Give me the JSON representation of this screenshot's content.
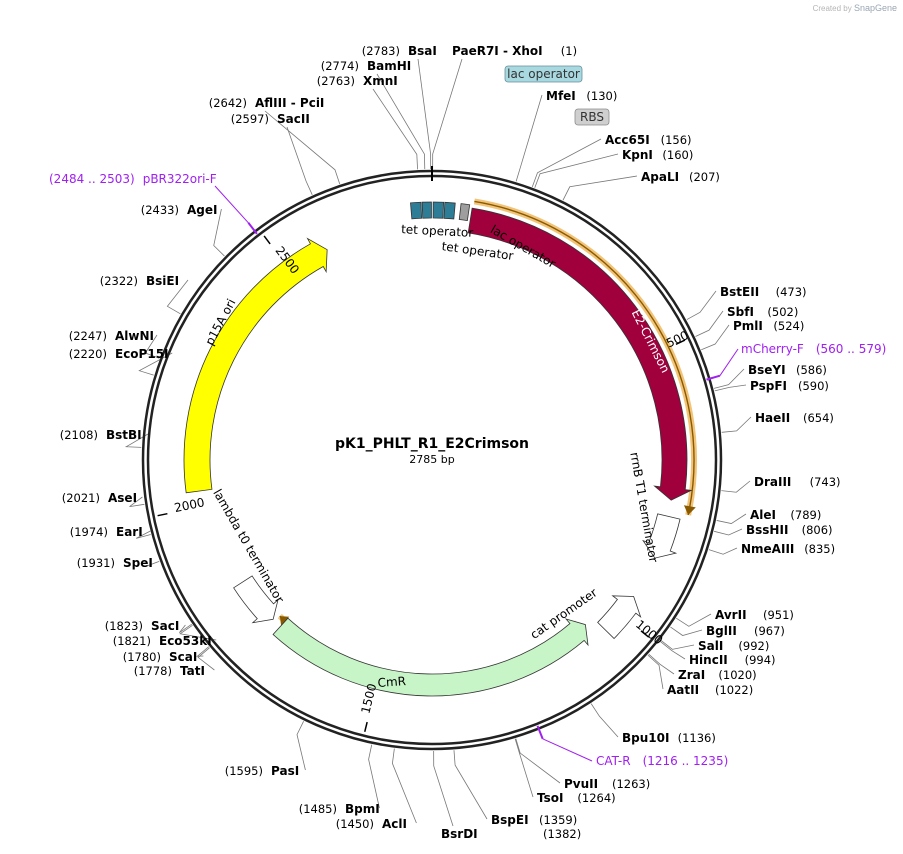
{
  "header": {
    "created_by": "Created by",
    "brand": "SnapGene"
  },
  "plasmid": {
    "name": "pK1_PHLT_R1_E2Crimson",
    "length_label": "2785 bp",
    "length": 2785
  },
  "ticks": [
    {
      "bp": 500,
      "label": "500"
    },
    {
      "bp": 1000,
      "label": "1000"
    },
    {
      "bp": 1500,
      "label": "1500"
    },
    {
      "bp": 2000,
      "label": "2000"
    },
    {
      "bp": 2500,
      "label": "2500"
    }
  ],
  "features": [
    {
      "name": "tet-operator-1",
      "label": "tet operator",
      "start": 2748,
      "end": 2766,
      "type": "box",
      "color": "#2e7d96"
    },
    {
      "name": "tet-operator-2",
      "label": "tet operator",
      "start": 2768,
      "end": 2784,
      "type": "box",
      "color": "#2e7d96"
    },
    {
      "name": "tet-operator-3",
      "label": "",
      "start": 2,
      "end": 20,
      "type": "box",
      "color": "#2e7d96"
    },
    {
      "name": "tet-operator-4",
      "label": "",
      "start": 22,
      "end": 40,
      "type": "box",
      "color": "#2e7d96"
    },
    {
      "name": "lac-operator",
      "label": "lac operator",
      "start": 50,
      "end": 65,
      "type": "box",
      "color": "#9e9e9e"
    },
    {
      "name": "e2-crimson",
      "label": "E2-Crimson",
      "start": 70,
      "end": 770,
      "type": "arrow-cw",
      "color": "#a0003c"
    },
    {
      "name": "rrnb-t1-terminator",
      "label": "rrnB T1 terminator",
      "start": 800,
      "end": 880,
      "type": "arrow-cw",
      "color": "#ffffff"
    },
    {
      "name": "cat-promoter",
      "label": "cat promoter",
      "start": 960,
      "end": 1040,
      "type": "arrow-ccw",
      "color": "#ffffff"
    },
    {
      "name": "cmr",
      "label": "CmR",
      "start": 1060,
      "end": 1720,
      "type": "arrow-ccw",
      "color": "#c8f5c8"
    },
    {
      "name": "lambda-t0-terminator",
      "label": "lambda t0 terminator",
      "start": 1740,
      "end": 1835,
      "type": "arrow-ccw",
      "color": "#ffffff"
    },
    {
      "name": "p15a-ori",
      "label": "p15A ori",
      "start": 2030,
      "end": 2580,
      "type": "arrow-cw",
      "color": "#ffff00"
    }
  ],
  "primers": [
    {
      "name": "pbr322ori-f",
      "label": "pBR322ori-F",
      "range": "(2484 .. 2503)",
      "bp": 2493
    },
    {
      "name": "mcherry-f",
      "label": "mCherry-F",
      "range": "(560 .. 579)",
      "bp": 570
    },
    {
      "name": "cat-r",
      "label": "CAT-R",
      "range": "(1216 .. 1235)",
      "bp": 1225
    }
  ],
  "sites": [
    {
      "name": "PaeR7I",
      "extra": " - XhoI",
      "pos": "(1)",
      "bp": 1
    },
    {
      "name": "BsaI",
      "extra": "",
      "pos": "(2783)",
      "bp": 2783
    },
    {
      "name": "BamHI",
      "extra": "",
      "pos": "(2774)",
      "bp": 2774
    },
    {
      "name": "XmnI",
      "extra": "",
      "pos": "(2763)",
      "bp": 2763
    },
    {
      "name": "AflIII",
      "extra": " - PciI",
      "pos": "(2642)",
      "bp": 2642
    },
    {
      "name": "SacII",
      "extra": "",
      "pos": "(2597)",
      "bp": 2597
    },
    {
      "name": "AgeI",
      "extra": "",
      "pos": "(2433)",
      "bp": 2433
    },
    {
      "name": "BsiEI",
      "extra": "",
      "pos": "(2322)",
      "bp": 2322
    },
    {
      "name": "AlwNI",
      "extra": "",
      "pos": "(2247)",
      "bp": 2247
    },
    {
      "name": "EcoP15I",
      "extra": "",
      "pos": "(2220)",
      "bp": 2220
    },
    {
      "name": "BstBI",
      "extra": "",
      "pos": "(2108)",
      "bp": 2108
    },
    {
      "name": "AseI",
      "extra": "",
      "pos": "(2021)",
      "bp": 2021
    },
    {
      "name": "EarI",
      "extra": "",
      "pos": "(1974)",
      "bp": 1974
    },
    {
      "name": "SpeI",
      "extra": "",
      "pos": "(1931)",
      "bp": 1931
    },
    {
      "name": "SacI",
      "extra": "",
      "pos": "(1823)",
      "bp": 1823
    },
    {
      "name": "Eco53kI",
      "extra": "",
      "pos": "(1821)",
      "bp": 1821
    },
    {
      "name": "ScaI",
      "extra": "",
      "pos": "(1780)",
      "bp": 1780
    },
    {
      "name": "TatI",
      "extra": "",
      "pos": "(1778)",
      "bp": 1778
    },
    {
      "name": "PasI",
      "extra": "",
      "pos": "(1595)",
      "bp": 1595
    },
    {
      "name": "BpmI",
      "extra": "",
      "pos": "(1485)",
      "bp": 1485
    },
    {
      "name": "AclI",
      "extra": "",
      "pos": "(1450)",
      "bp": 1450
    },
    {
      "name": "BsrDI",
      "extra": "",
      "pos": "",
      "bp": 1390
    },
    {
      "name": "BspEI",
      "extra": "",
      "pos": "(1359)",
      "bp": 1359
    },
    {
      "name": "BsrDI-pos",
      "extra": "",
      "pos": "(1382)",
      "bp": 1382
    },
    {
      "name": "TsoI",
      "extra": "",
      "pos": "(1264)",
      "bp": 1264
    },
    {
      "name": "PvuII",
      "extra": "",
      "pos": "(1263)",
      "bp": 1263
    },
    {
      "name": "Bpu10I",
      "extra": "",
      "pos": "(1136)",
      "bp": 1136
    },
    {
      "name": "AatII",
      "extra": "",
      "pos": "(1022)",
      "bp": 1022
    },
    {
      "name": "ZraI",
      "extra": "",
      "pos": "(1020)",
      "bp": 1020
    },
    {
      "name": "HincII",
      "extra": "",
      "pos": "(994)",
      "bp": 994
    },
    {
      "name": "SalI",
      "extra": "",
      "pos": "(992)",
      "bp": 992
    },
    {
      "name": "BglII",
      "extra": "",
      "pos": "(967)",
      "bp": 967
    },
    {
      "name": "AvrII",
      "extra": "",
      "pos": "(951)",
      "bp": 951
    },
    {
      "name": "NmeAIII",
      "extra": "",
      "pos": "(835)",
      "bp": 835
    },
    {
      "name": "BssHII",
      "extra": "",
      "pos": "(806)",
      "bp": 806
    },
    {
      "name": "AleI",
      "extra": "",
      "pos": "(789)",
      "bp": 789
    },
    {
      "name": "DraIII",
      "extra": "",
      "pos": "(743)",
      "bp": 743
    },
    {
      "name": "HaeII",
      "extra": "",
      "pos": "(654)",
      "bp": 654
    },
    {
      "name": "PspFI",
      "extra": "",
      "pos": "(590)",
      "bp": 590
    },
    {
      "name": "BseYI",
      "extra": "",
      "pos": "(586)",
      "bp": 586
    },
    {
      "name": "PmlI",
      "extra": "",
      "pos": "(524)",
      "bp": 524
    },
    {
      "name": "SbfI",
      "extra": "",
      "pos": "(502)",
      "bp": 502
    },
    {
      "name": "BstEII",
      "extra": "",
      "pos": "(473)",
      "bp": 473
    },
    {
      "name": "ApaLI",
      "extra": "",
      "pos": "(207)",
      "bp": 207
    },
    {
      "name": "KpnI",
      "extra": "",
      "pos": "(160)",
      "bp": 160
    },
    {
      "name": "Acc65I",
      "extra": "",
      "pos": "(156)",
      "bp": 156
    },
    {
      "name": "MfeI",
      "extra": "",
      "pos": "(130)",
      "bp": 130
    }
  ],
  "boxed_labels": [
    {
      "name": "lac-operator-box",
      "label": "lac operator",
      "fill": "#a8d8e0"
    },
    {
      "name": "rbs-box",
      "label": "RBS",
      "fill": "#cfcfcf"
    }
  ]
}
